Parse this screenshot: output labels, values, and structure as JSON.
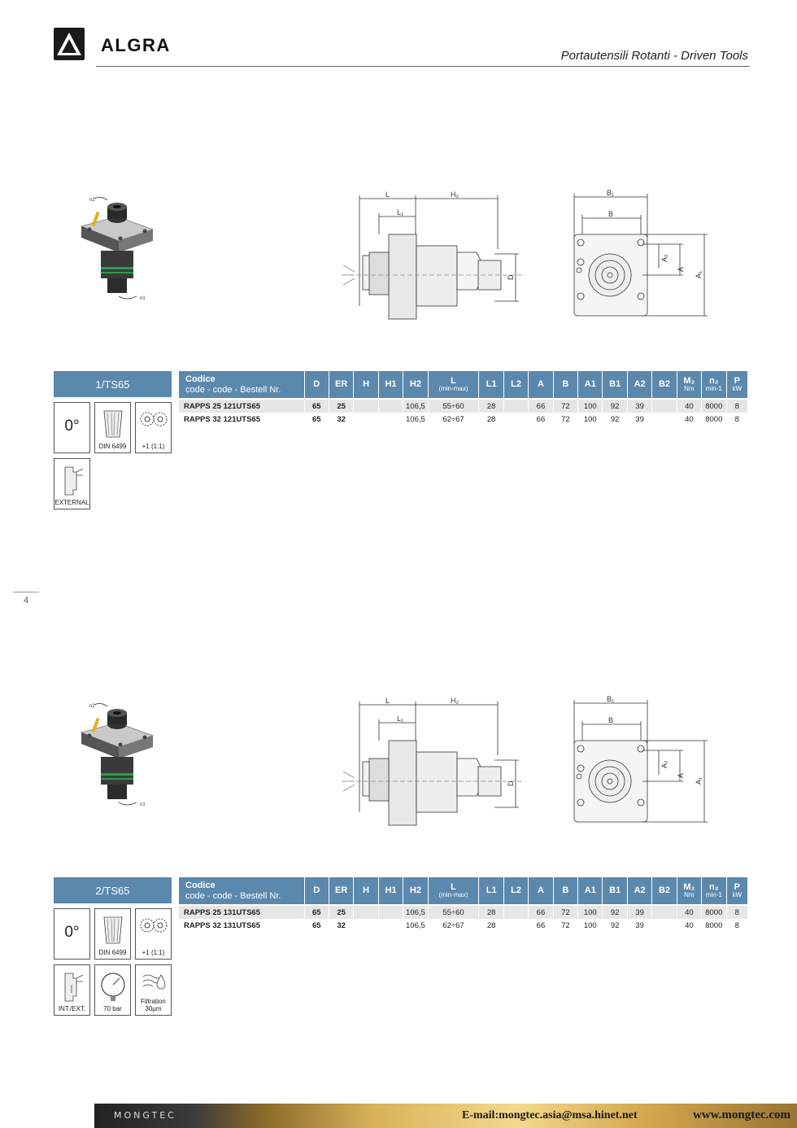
{
  "header": {
    "brand": "ALGRA",
    "subtitle": "Portautensili Rotanti - Driven Tools"
  },
  "page_number": "4",
  "dimension_labels": {
    "L": "L",
    "H2": "H₂",
    "L1": "L₁",
    "D": "D",
    "B1": "B₁",
    "B": "B",
    "A2": "A₂",
    "A": "A",
    "A1": "A₁"
  },
  "table_headers": {
    "code_line1": "Codice",
    "code_line2": "code - code - Bestell Nr.",
    "D": "D",
    "ER": "ER",
    "H": "H",
    "H1": "H1",
    "H2": "H2",
    "L": "L",
    "L_sub": "(min-max)",
    "L1": "L1",
    "L2": "L2",
    "A": "A",
    "B": "B",
    "A1": "A1",
    "B1": "B1",
    "A2": "A2",
    "B2": "B2",
    "M2": "M₂",
    "M2_sub": "Nm",
    "n2": "n₂",
    "n2_sub": "min-1",
    "P": "P",
    "P_sub": "kW"
  },
  "sections": [
    {
      "label": "1/TS65",
      "angle": "0°",
      "collet_std": "DIN 6499",
      "gear_ratio": "+1 (1:1)",
      "coolant": "EXTERNAL",
      "rows": [
        {
          "code": "RAPPS 25 121UTS65",
          "D": "65",
          "ER": "25",
          "H": "",
          "H1": "",
          "H2": "106,5",
          "L": "55÷60",
          "L1": "28",
          "L2": "",
          "A": "66",
          "B": "72",
          "A1": "100",
          "B1": "92",
          "A2": "39",
          "B2": "",
          "M2": "40",
          "n2": "8000",
          "P": "8"
        },
        {
          "code": "RAPPS 32 121UTS65",
          "D": "65",
          "ER": "32",
          "H": "",
          "H1": "",
          "H2": "106,5",
          "L": "62÷67",
          "L1": "28",
          "L2": "",
          "A": "66",
          "B": "72",
          "A1": "100",
          "B1": "92",
          "A2": "39",
          "B2": "",
          "M2": "40",
          "n2": "8000",
          "P": "8"
        }
      ]
    },
    {
      "label": "2/TS65",
      "angle": "0°",
      "collet_std": "DIN 6499",
      "gear_ratio": "+1 (1:1)",
      "coolant": "INT./EXT.",
      "pressure": "70 bar",
      "filtration_line1": "Filtration",
      "filtration_line2": "30µm",
      "rows": [
        {
          "code": "RAPPS 25 131UTS65",
          "D": "65",
          "ER": "25",
          "H": "",
          "H1": "",
          "H2": "106,5",
          "L": "55÷60",
          "L1": "28",
          "L2": "",
          "A": "66",
          "B": "72",
          "A1": "100",
          "B1": "92",
          "A2": "39",
          "B2": "",
          "M2": "40",
          "n2": "8000",
          "P": "8"
        },
        {
          "code": "RAPPS 32 131UTS65",
          "D": "65",
          "ER": "32",
          "H": "",
          "H1": "",
          "H2": "106,5",
          "L": "62÷67",
          "L1": "28",
          "L2": "",
          "A": "66",
          "B": "72",
          "A1": "100",
          "B1": "92",
          "A2": "39",
          "B2": "",
          "M2": "40",
          "n2": "8000",
          "P": "8"
        }
      ]
    }
  ],
  "photo_labels": {
    "n2": "n2",
    "n1": "n1"
  },
  "footer": {
    "brand": "MONGTEC",
    "email": "E-mail:mongtec.asia@msa.hinet.net",
    "website": "www.mongtec.com"
  }
}
